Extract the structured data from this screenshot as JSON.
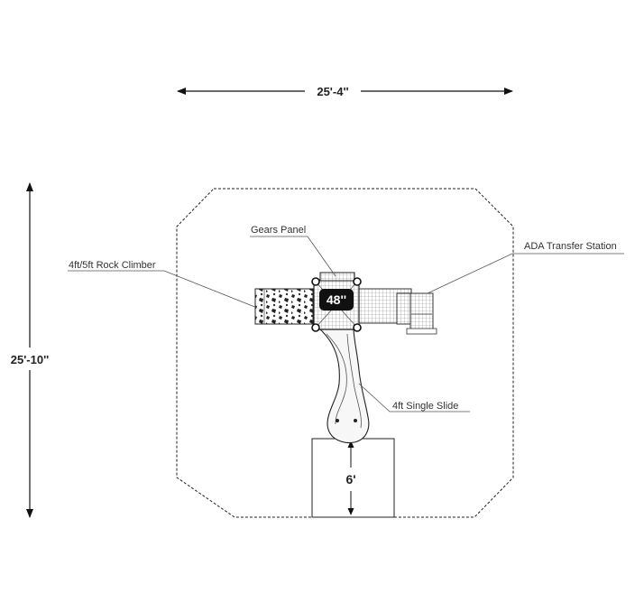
{
  "dimensions": {
    "width_label": "25'-4''",
    "depth_label": "25'-10''",
    "clearance_label": "6'"
  },
  "deck": {
    "height_label": "48''"
  },
  "callouts": {
    "gears_panel": "Gears Panel",
    "ada_transfer_station": "ADA Transfer Station",
    "rock_climber": "4ft/5ft Rock Climber",
    "single_slide": "4ft Single Slide"
  }
}
